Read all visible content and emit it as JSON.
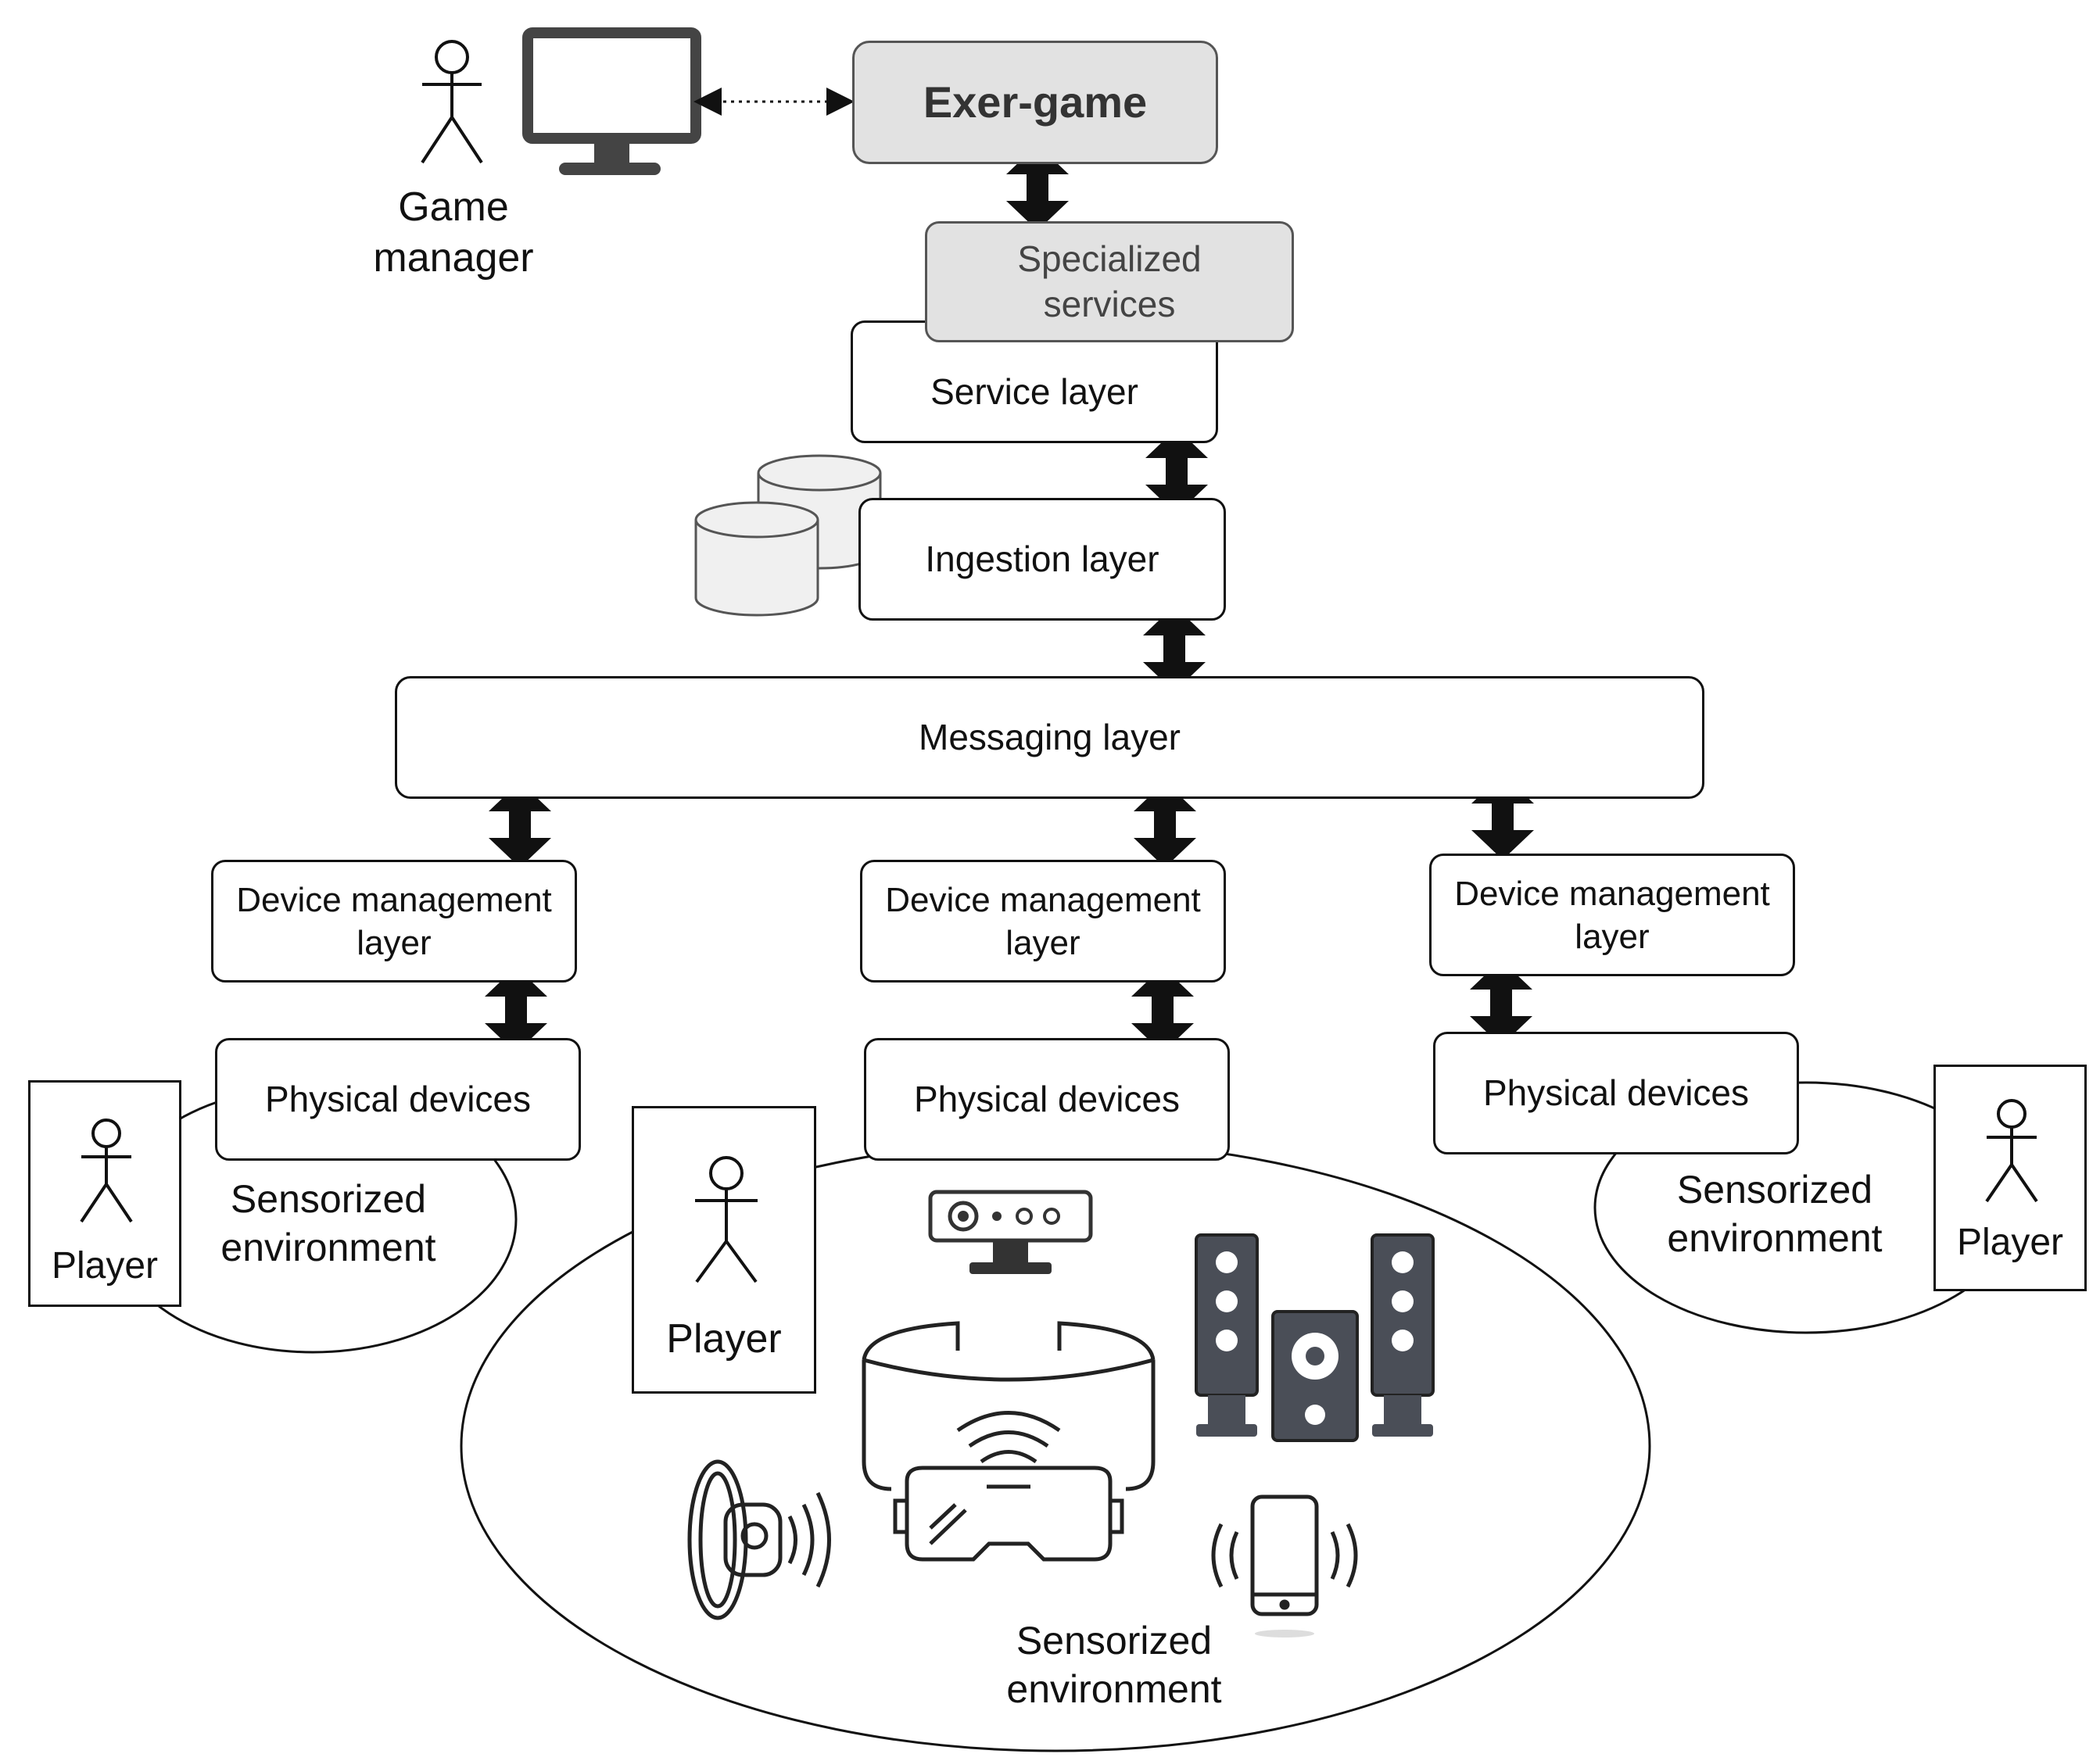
{
  "manager": {
    "label": "Game\nmanager"
  },
  "layers": {
    "exergame": "Exer-game",
    "specialized": "Specialized\nservices",
    "service": "Service layer",
    "ingestion": "Ingestion layer",
    "messaging": "Messaging layer"
  },
  "branches": [
    {
      "device_mgmt": "Device management\nlayer",
      "physical": "Physical devices",
      "player": "Player",
      "environment": "Sensorized\nenvironment"
    },
    {
      "device_mgmt": "Device management\nlayer",
      "physical": "Physical devices",
      "player": "Player",
      "environment": "Sensorized\nenvironment"
    },
    {
      "device_mgmt": "Device management\nlayer",
      "physical": "Physical devices",
      "player": "Player",
      "environment": "Sensorized\nenvironment"
    }
  ],
  "icons": [
    "stick-figure-icon",
    "monitor-icon",
    "database-icon",
    "camera-sensor-icon",
    "speakers-icon",
    "vr-headset-icon",
    "wristband-icon",
    "smartphone-icon"
  ]
}
